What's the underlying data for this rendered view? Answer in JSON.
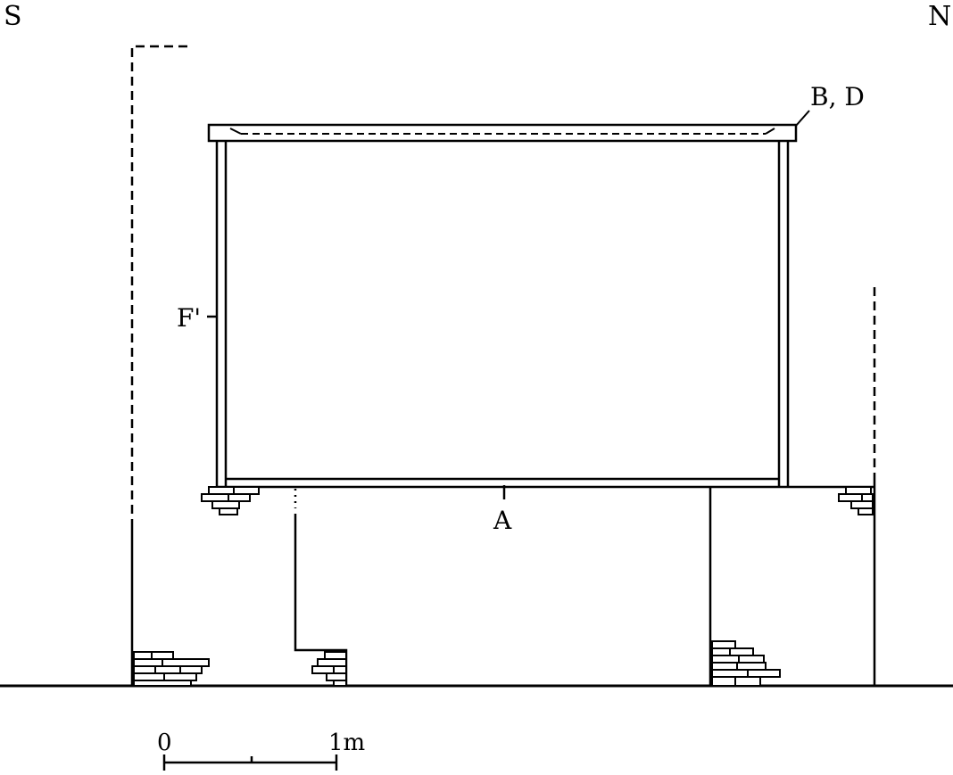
{
  "labels": {
    "south": "S",
    "north": "N",
    "b_d": "B, D",
    "f_prime": "F'",
    "a": "A"
  },
  "scale_bar": {
    "zero": "0",
    "one": "1m"
  },
  "colors": {
    "ink": "#000000",
    "paper": "#ffffff"
  }
}
